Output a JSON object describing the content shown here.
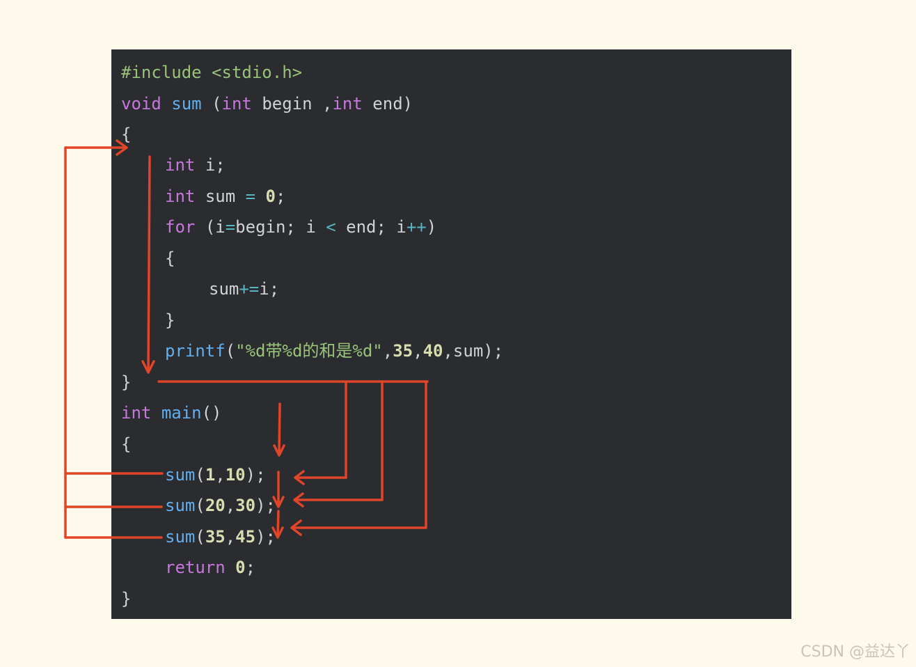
{
  "code": {
    "include": {
      "directive": "#include",
      "header": "<stdio.h>"
    },
    "sig": {
      "ret": "void",
      "name": "sum",
      "open": "(",
      "type1": "int",
      "param1": "begin",
      "comma": ",",
      "type2": "int",
      "param2": "end",
      "close": ")"
    },
    "brace_open_1": "{",
    "decl_i": {
      "type": "int",
      "rest": "i;"
    },
    "decl_sum": {
      "type": "int",
      "name": "sum",
      "eq": "=",
      "val": "0",
      "semi": ";"
    },
    "for_line": {
      "kw": "for",
      "p1": "(i",
      "eq": "=",
      "p2": "begin; i",
      "lt": "<",
      "p3": "end; i",
      "inc": "++",
      "p4": ")"
    },
    "brace_open_2": "{",
    "body": {
      "lhs": "sum",
      "op": "+=",
      "rhs": "i;"
    },
    "brace_close_2": "}",
    "printf": {
      "fn": "printf",
      "open": "(",
      "fmt": "\"%d带%d的和是%d\"",
      "c1": ",",
      "n1": "35",
      "c2": ",",
      "n2": "40",
      "rest": ",sum);"
    },
    "brace_close_1": "}",
    "main_sig": {
      "type": "int",
      "name": "main",
      "parens": "()"
    },
    "brace_open_3": "{",
    "calls": [
      {
        "fn": "sum",
        "open": "(",
        "a": "1",
        "comma": ",",
        "b": "10",
        "close": ");"
      },
      {
        "fn": "sum",
        "open": "(",
        "a": "20",
        "comma": ",",
        "b": "30",
        "close": ");"
      },
      {
        "fn": "sum",
        "open": "(",
        "a": "35",
        "comma": ",",
        "b": "45",
        "close": ");"
      }
    ],
    "ret": {
      "kw": "return",
      "val": "0",
      "semi": ";"
    },
    "brace_close_3": "}"
  },
  "colors": {
    "background": "#fefaeb",
    "panel": "#2b2c2f",
    "arrow": "#e0452a"
  },
  "watermark": "CSDN @益达丫"
}
